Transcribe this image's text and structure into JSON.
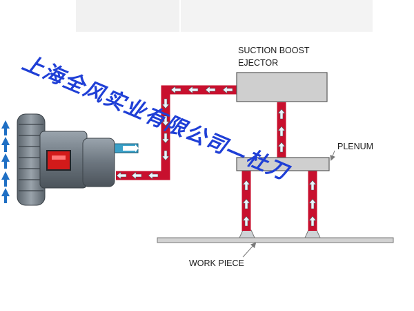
{
  "labels": {
    "ejector": [
      "SUCTION BOOST",
      "EJECTOR"
    ],
    "plenum": "PLENUM",
    "work_piece": "WORK PIECE"
  },
  "watermark": "上海全风实业有限公司—杜刀",
  "icons": {
    "blower": "regenerative-blower-icon",
    "flow": "flow-arrow-icon"
  },
  "colors": {
    "pipe": "#c8102e",
    "arrow": "#eaf6ff",
    "box": "#cfcfcf",
    "exhaust": "#1f6fc4",
    "watermark": "#1f3fd6"
  }
}
